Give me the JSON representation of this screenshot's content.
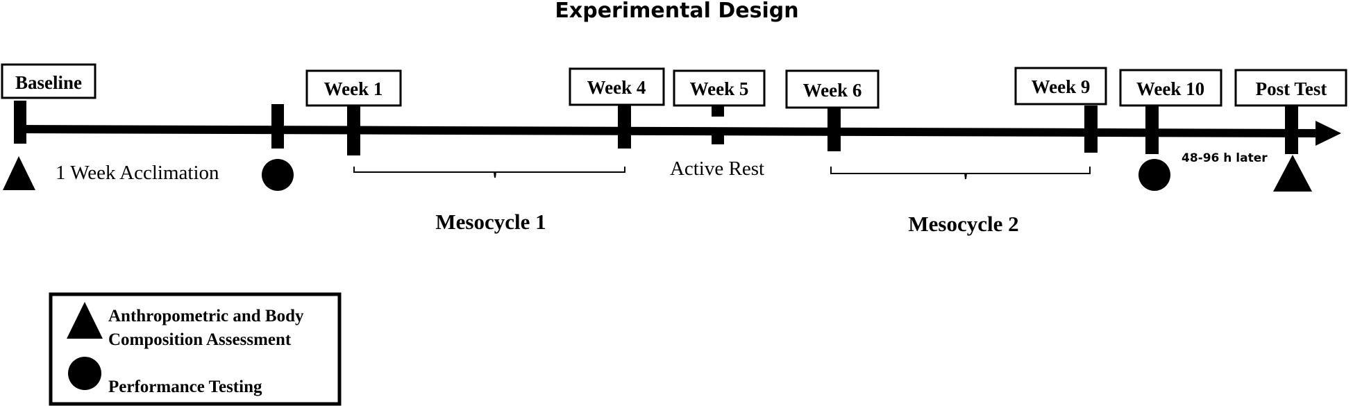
{
  "title": "Experimental Design",
  "timeline": {
    "milestones": [
      {
        "id": "baseline",
        "label": "Baseline"
      },
      {
        "id": "week1",
        "label": "Week 1"
      },
      {
        "id": "week4",
        "label": "Week 4"
      },
      {
        "id": "week5",
        "label": "Week 5"
      },
      {
        "id": "week6",
        "label": "Week 6"
      },
      {
        "id": "week9",
        "label": "Week 9"
      },
      {
        "id": "week10",
        "label": "Week 10"
      },
      {
        "id": "posttest",
        "label": "Post Test"
      }
    ],
    "acclimation_label": "1 Week Acclimation",
    "active_rest_label": "Active Rest",
    "later_label": "48-96 h later",
    "mesocycles": [
      {
        "id": "m1",
        "label": "Mesocycle 1"
      },
      {
        "id": "m2",
        "label": "Mesocycle 2"
      }
    ]
  },
  "legend": {
    "triangle_label_line1": "Anthropometric and Body",
    "triangle_label_line2": "Composition  Assessment",
    "circle_label": "Performance Testing"
  }
}
